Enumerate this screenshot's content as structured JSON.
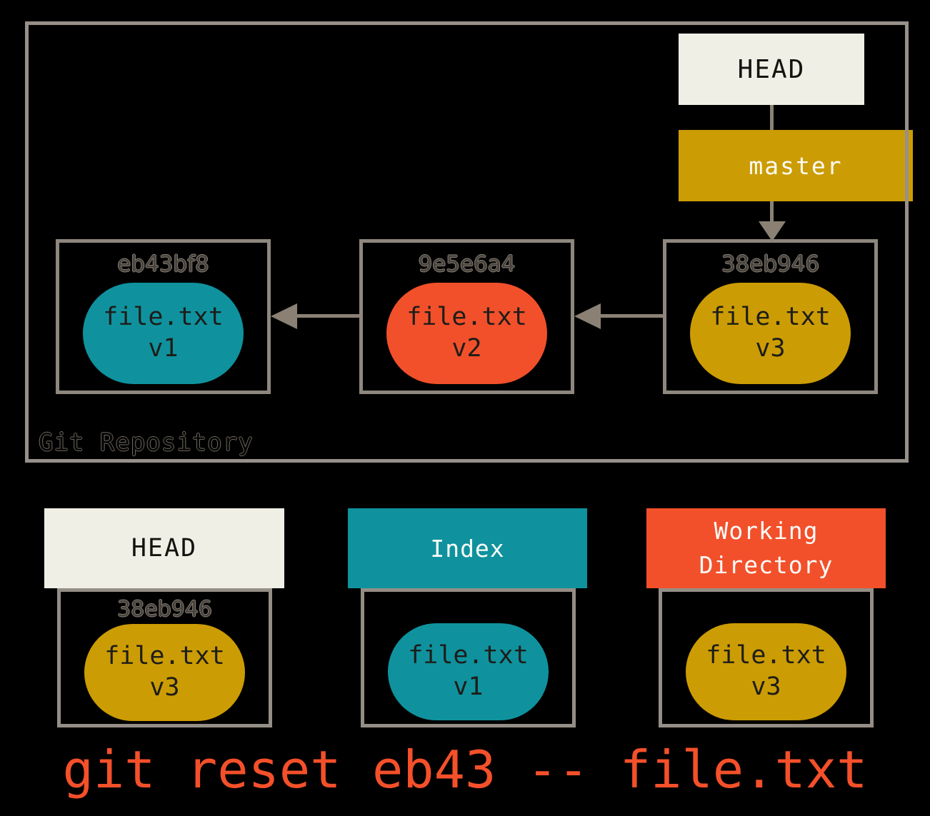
{
  "colors": {
    "teal": "#0f929e",
    "red": "#f2502b",
    "gold": "#cc9c04",
    "cream": "#f0efe6",
    "border_gray": "#8e877e",
    "arrow_gray": "#8a8174",
    "command_red": "#f4502a"
  },
  "repo": {
    "label": "Git Repository",
    "head_ref_label": "HEAD",
    "branch_label": "master",
    "commits": [
      {
        "hash": "eb43bf8",
        "file": "file.txt",
        "version": "v1"
      },
      {
        "hash": "9e5e6a4",
        "file": "file.txt",
        "version": "v2"
      },
      {
        "hash": "38eb946",
        "file": "file.txt",
        "version": "v3"
      }
    ]
  },
  "areas": [
    {
      "title": "HEAD",
      "hash": "38eb946",
      "file": "file.txt",
      "version": "v3"
    },
    {
      "title": "Index",
      "file": "file.txt",
      "version": "v1"
    },
    {
      "title": "Working Directory",
      "file": "file.txt",
      "version": "v3"
    }
  ],
  "command": "git reset eb43 -- file.txt"
}
